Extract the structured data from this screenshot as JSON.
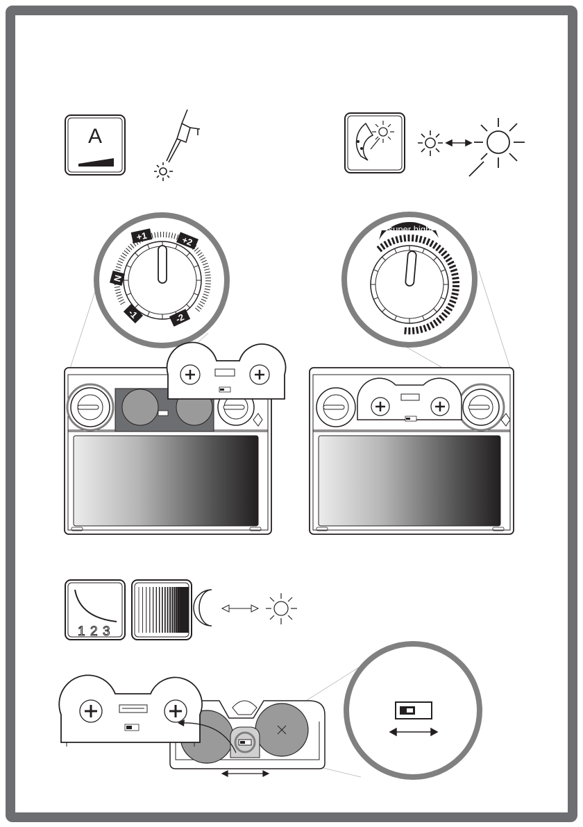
{
  "icons": {
    "sensitivity_letter": "A",
    "delay_numbers": [
      "1",
      "2",
      "3"
    ]
  },
  "dials": {
    "sensitivity_labels": [
      "+1",
      "+2",
      "N",
      "-1",
      "-2"
    ],
    "shade_label": "super high"
  },
  "colors": {
    "ink": "#231f20",
    "frame_border": "#6d6e71",
    "lens_dark": "#231f20",
    "lens_light": "#ececec",
    "battery": "#9a9a9a",
    "callout_line": "#b3b3b3"
  }
}
